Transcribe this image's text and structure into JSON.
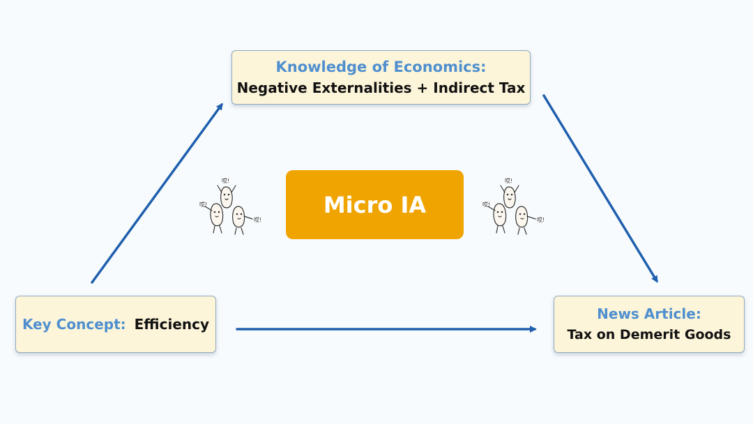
{
  "diagram": {
    "top_node": {
      "heading": "Knowledge of Economics:",
      "body": "Negative Externalities + Indirect Tax"
    },
    "left_node": {
      "heading": "Key Concept:",
      "body": "Efficiency"
    },
    "right_node": {
      "heading": "News Article:",
      "body": "Tax on Demerit Goods"
    },
    "center": {
      "label": "Micro IA"
    },
    "mascot_caption": "哎!",
    "colors": {
      "heading": "#4f8fcf",
      "node_fill": "#fdf5d9",
      "center_fill": "#f0a400",
      "arrow": "#1f5fae"
    }
  }
}
